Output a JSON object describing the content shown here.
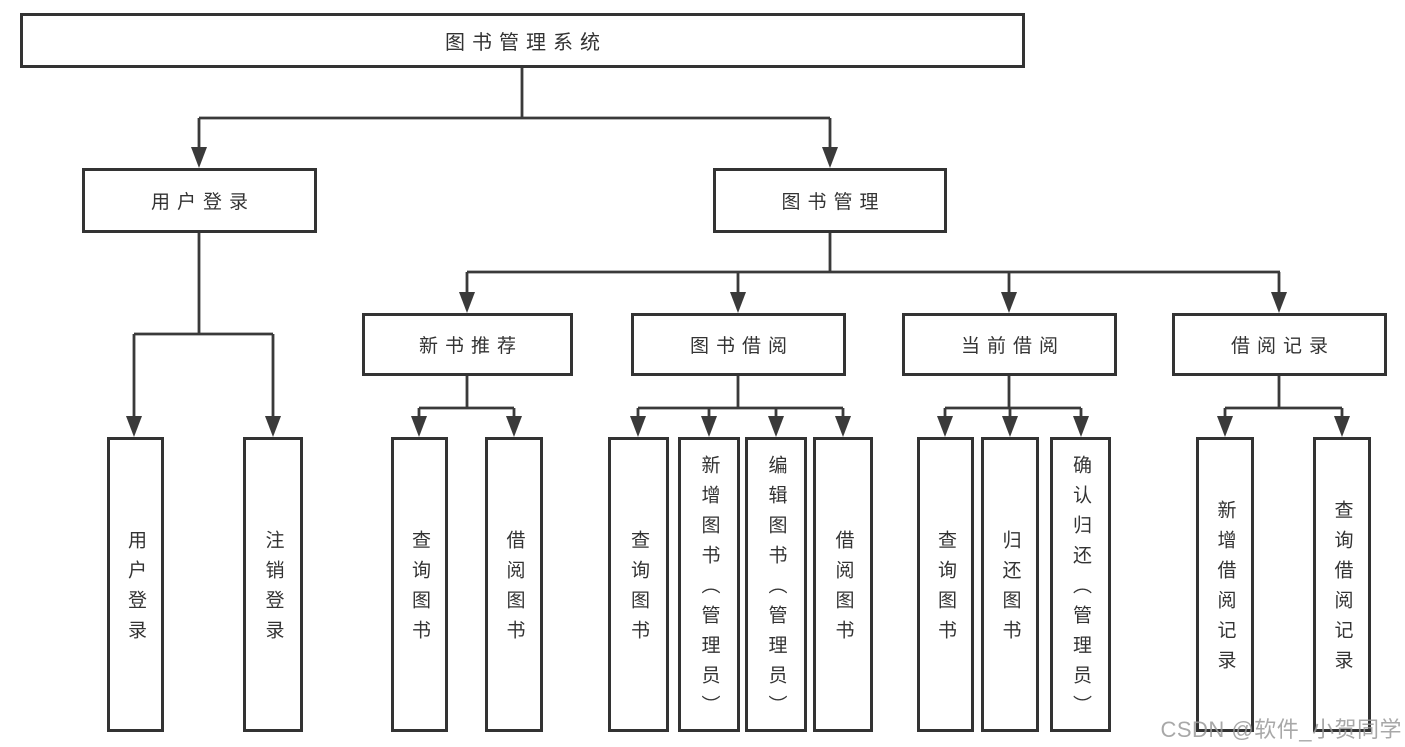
{
  "diagram": {
    "root": {
      "label": "图书管理系统"
    },
    "level2": [
      {
        "label": "用户登录"
      },
      {
        "label": "图书管理"
      }
    ],
    "level3": [
      {
        "label": "新书推荐"
      },
      {
        "label": "图书借阅"
      },
      {
        "label": "当前借阅"
      },
      {
        "label": "借阅记录"
      }
    ],
    "leaves": [
      {
        "label": "用户登录"
      },
      {
        "label": "注销登录"
      },
      {
        "label": "查询图书"
      },
      {
        "label": "借阅图书"
      },
      {
        "label": "查询图书"
      },
      {
        "label": "新增图书（管理员）"
      },
      {
        "label": "编辑图书（管理员）"
      },
      {
        "label": "借阅图书"
      },
      {
        "label": "查询图书"
      },
      {
        "label": "归还图书"
      },
      {
        "label": "确认归还（管理员）"
      },
      {
        "label": "新增借阅记录"
      },
      {
        "label": "查询借阅记录"
      }
    ],
    "watermark": "CSDN @软件_小贺同学",
    "colors": {
      "line": "#3a3a3a",
      "border": "#333333",
      "text": "#333333",
      "background": "#ffffff",
      "watermark": "#9a9a9a"
    }
  }
}
